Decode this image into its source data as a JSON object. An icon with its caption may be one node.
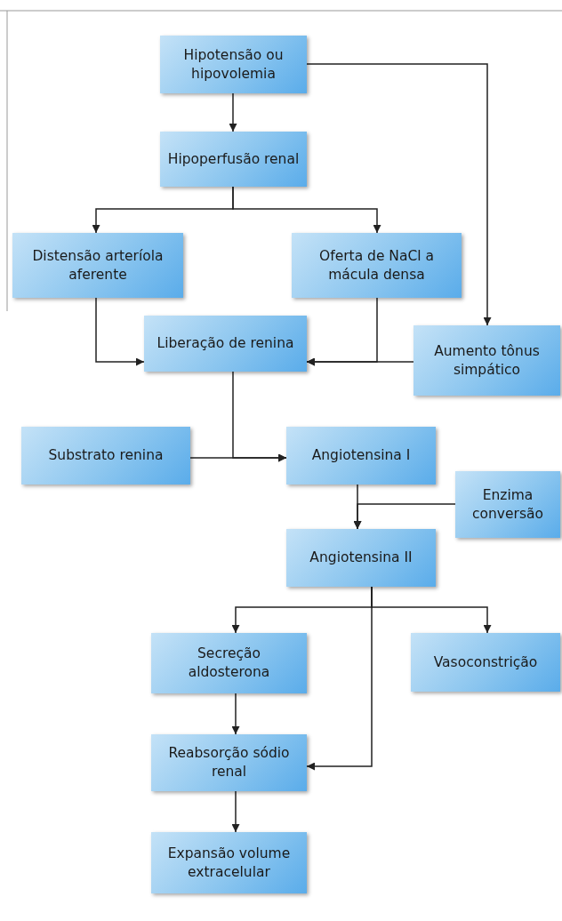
{
  "diagram": {
    "nodes": [
      {
        "text": [
          "Hipotensão ou hipovolemia"
        ]
      },
      {
        "text": [
          "Hipoperfusão renal"
        ]
      },
      {
        "text": [
          "Distensão arteríola aferente"
        ]
      },
      {
        "text": [
          "Oferta de NaCl a mácula densa"
        ]
      },
      {
        "text": [
          "Liberação de renina"
        ]
      },
      {
        "text": [
          "Aumento tônus simpático"
        ]
      },
      {
        "text": [
          "Substrato renina"
        ]
      },
      {
        "text": [
          "Angiotensina I"
        ]
      },
      {
        "text": [
          "Enzima conversão"
        ]
      },
      {
        "text": [
          "Angiotensina II"
        ]
      },
      {
        "text": [
          "Secreção aldosterona"
        ]
      },
      {
        "text": [
          "Vasoconstrição"
        ]
      },
      {
        "text": [
          "Reabsorção sódio renal"
        ]
      },
      {
        "text": [
          "Expansão volume extracelular"
        ]
      }
    ],
    "edges": [
      {
        "from": 0,
        "to": 1,
        "arrow": "to"
      },
      {
        "from": 0,
        "to": 5,
        "arrow": "to"
      },
      {
        "from": 1,
        "to": 2,
        "arrow": "to"
      },
      {
        "from": 1,
        "to": 3,
        "arrow": "to"
      },
      {
        "from": 2,
        "to": 4,
        "arrow": "to"
      },
      {
        "from": 3,
        "to": 4,
        "arrow": "to"
      },
      {
        "from": 5,
        "to": 4,
        "arrow": "to"
      },
      {
        "from": 4,
        "to": 7,
        "arrow": "to"
      },
      {
        "from": 6,
        "to": 7,
        "arrow": "to"
      },
      {
        "from": 7,
        "to": 9,
        "arrow": "to"
      },
      {
        "from": 8,
        "to": 9,
        "arrow": "to"
      },
      {
        "from": 9,
        "to": 10,
        "arrow": "to"
      },
      {
        "from": 9,
        "to": 11,
        "arrow": "to"
      },
      {
        "from": 9,
        "to": 12,
        "arrow": "to"
      },
      {
        "from": 10,
        "to": 12,
        "arrow": "to"
      },
      {
        "from": 12,
        "to": 13,
        "arrow": "to"
      }
    ]
  }
}
